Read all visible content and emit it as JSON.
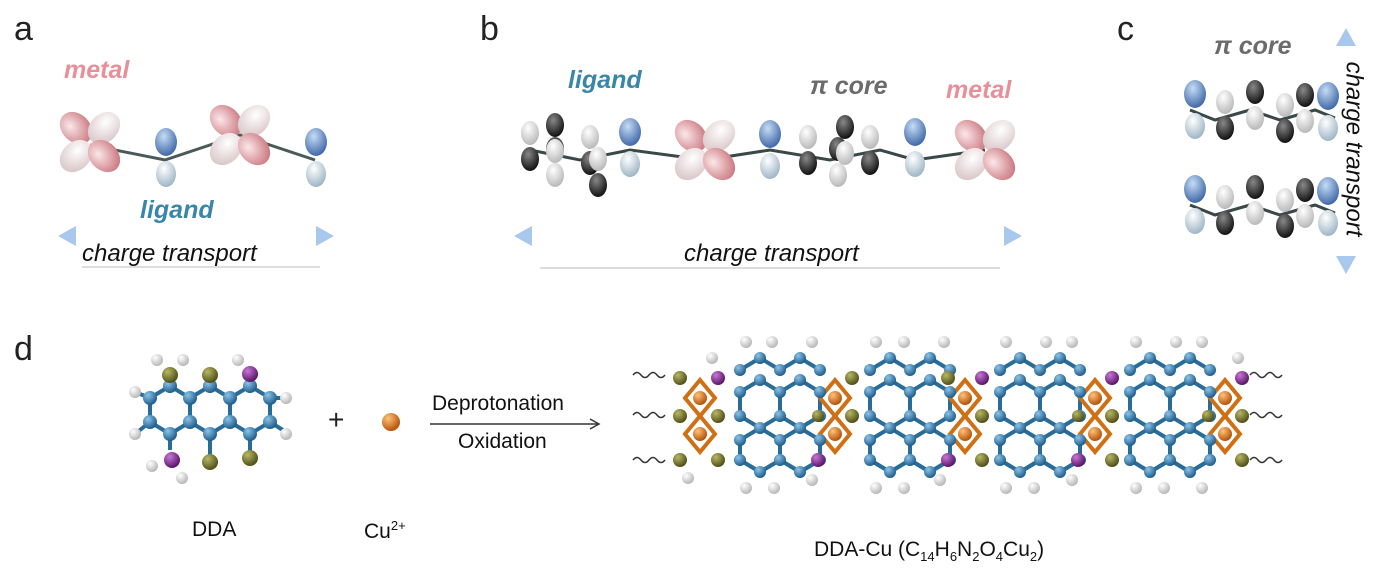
{
  "panels": {
    "a": {
      "letter": "a",
      "metal": "metal",
      "ligand": "ligand",
      "transport": "charge transport"
    },
    "b": {
      "letter": "b",
      "ligand": "ligand",
      "pi_core": "π core",
      "metal": "metal",
      "transport": "charge transport"
    },
    "c": {
      "letter": "c",
      "pi_core": "π core",
      "transport": "charge transport"
    },
    "d": {
      "letter": "d",
      "reactant1": "DDA",
      "plus": "+",
      "reactant2_base": "Cu",
      "reactant2_sup": "2+",
      "arrow_top": "Deprotonation",
      "arrow_bottom": "Oxidation",
      "product_prefix": "DDA-Cu (C",
      "product_sub1": "14",
      "product_h": "H",
      "product_sub2": "6",
      "product_n": "N",
      "product_sub3": "2",
      "product_o": "O",
      "product_sub4": "4",
      "product_cu": "Cu",
      "product_sub5": "2",
      "product_suffix": ")"
    }
  },
  "colors": {
    "metal": "#e8909a",
    "ligand": "#3a86a8",
    "pi_core": "#6b6b6b",
    "arrow": "#a9c8ee",
    "arrow_center": "#9a7ad6",
    "carbon": "#2f7fb6",
    "hydrogen": "#f2f2f2",
    "nitrogen": "#8a2a9c",
    "oxygen": "#7a7a2a",
    "copper": "#e8801e"
  }
}
